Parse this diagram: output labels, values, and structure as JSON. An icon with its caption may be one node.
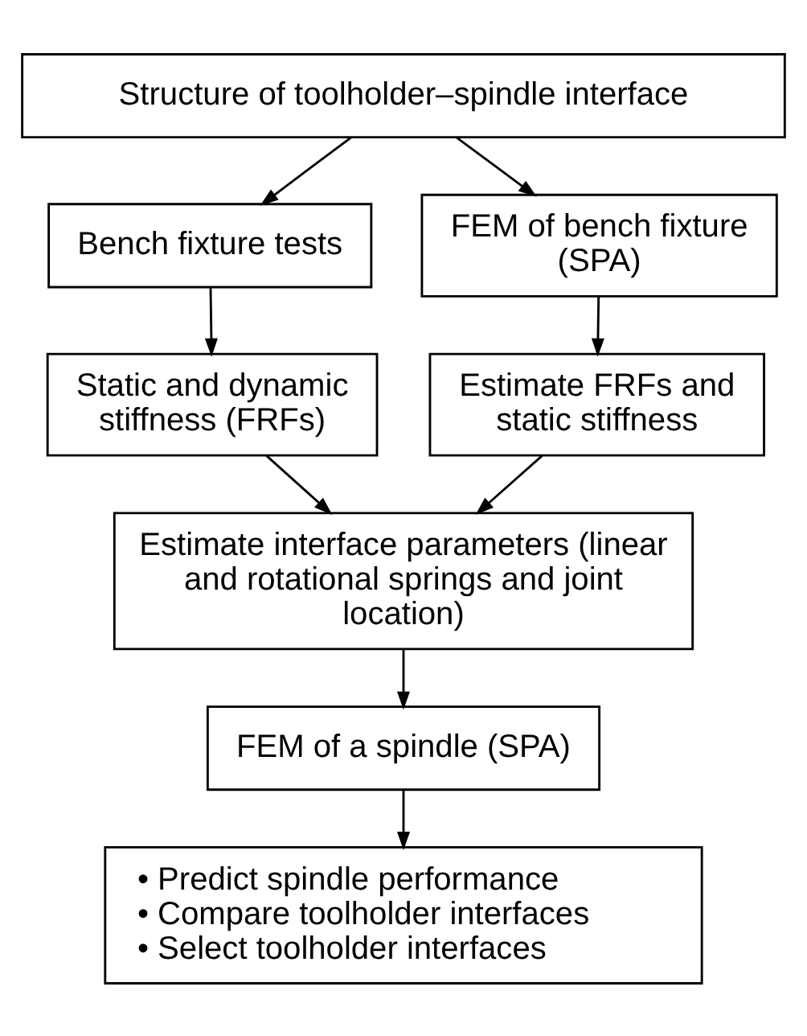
{
  "diagram": {
    "nodes": [
      {
        "text": [
          "Structure of toolholder–spindle interface"
        ]
      },
      {
        "text": [
          "Bench fixture tests"
        ]
      },
      {
        "text": [
          "FEM of bench fixture (SPA)"
        ]
      },
      {
        "text": [
          "Static and dynamic stiffness (FRFs)"
        ]
      },
      {
        "text": [
          "Estimate FRFs and static stiffness"
        ]
      },
      {
        "text": [
          "Estimate interface parameters (linear and rotational springs and joint location)"
        ]
      },
      {
        "text": [
          "FEM of a spindle (SPA)"
        ]
      },
      {
        "text": [
          "• Predict spindle performance",
          "• Compare toolholder interfaces",
          "• Select toolholder interfaces"
        ]
      }
    ],
    "edges": [
      {
        "from": 0,
        "to": 1,
        "arrow": "to"
      },
      {
        "from": 0,
        "to": 2,
        "arrow": "to"
      },
      {
        "from": 1,
        "to": 3,
        "arrow": "to"
      },
      {
        "from": 2,
        "to": 4,
        "arrow": "to"
      },
      {
        "from": 3,
        "to": 5,
        "arrow": "to"
      },
      {
        "from": 4,
        "to": 5,
        "arrow": "to"
      },
      {
        "from": 5,
        "to": 6,
        "arrow": "to"
      },
      {
        "from": 6,
        "to": 7,
        "arrow": "to"
      }
    ]
  }
}
